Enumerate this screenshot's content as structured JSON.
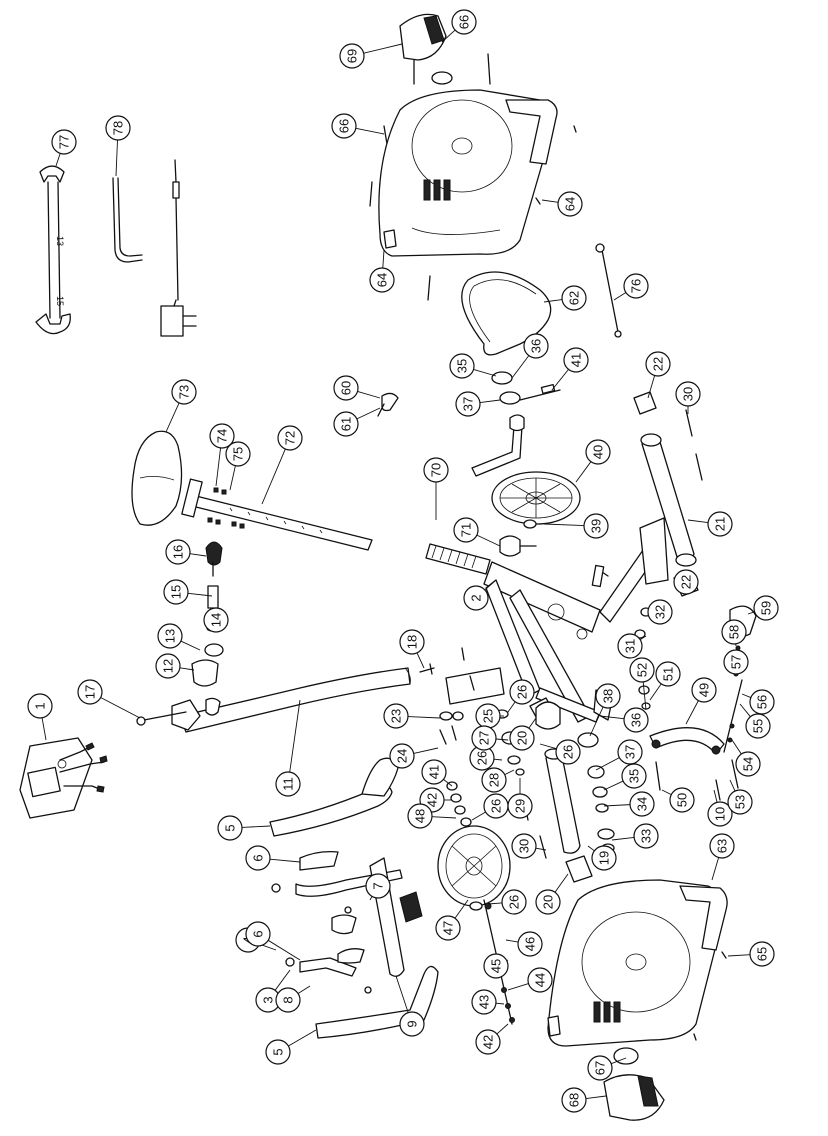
{
  "callouts": [
    "1",
    "2",
    "3",
    "4",
    "5",
    "5",
    "6",
    "6",
    "7",
    "8",
    "9",
    "10",
    "11",
    "12",
    "13",
    "14",
    "15",
    "16",
    "17",
    "18",
    "19",
    "20",
    "20",
    "21",
    "22",
    "22",
    "23",
    "24",
    "25",
    "26",
    "26",
    "26",
    "26",
    "26",
    "27",
    "28",
    "29",
    "30",
    "30",
    "31",
    "32",
    "33",
    "34",
    "35",
    "35",
    "36",
    "36",
    "37",
    "37",
    "38",
    "39",
    "40",
    "41",
    "41",
    "42",
    "42",
    "43",
    "44",
    "45",
    "46",
    "47",
    "48",
    "49",
    "50",
    "51",
    "52",
    "53",
    "54",
    "55",
    "56",
    "57",
    "58",
    "59",
    "60",
    "61",
    "62",
    "63",
    "64",
    "64",
    "65",
    "66",
    "66",
    "67",
    "68",
    "69",
    "70",
    "71",
    "72",
    "73",
    "74",
    "75",
    "76",
    "77",
    "78"
  ],
  "wrench_markings": [
    "13",
    "15"
  ]
}
